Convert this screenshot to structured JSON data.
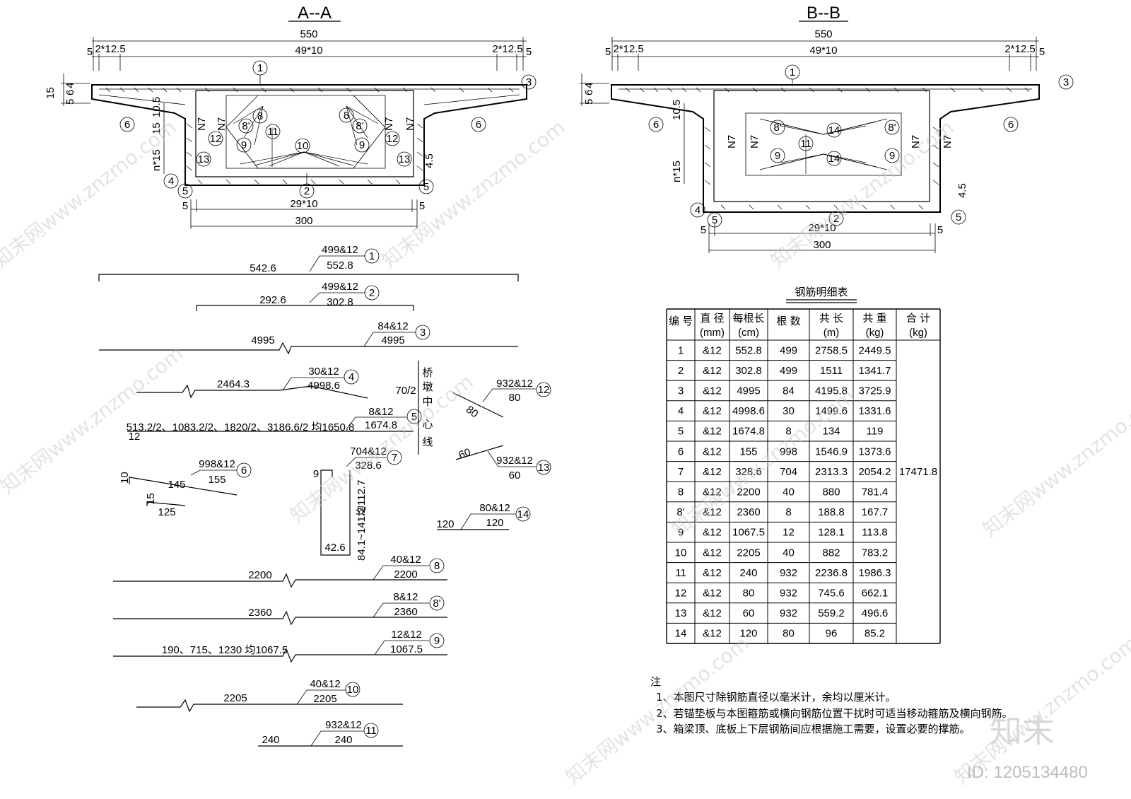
{
  "sections": {
    "a": {
      "title": "A--A",
      "top_width": "550",
      "top_left_edge": "5",
      "top_left_spacing": "2*12.5",
      "top_middle_spacing": "49*10",
      "top_right_spacing": "2*12.5",
      "top_right_edge": "5",
      "bottom_width": "300",
      "bottom_spacing": "29*10",
      "bottom_left_edge": "5",
      "bottom_right_edge": "5",
      "left_dims": [
        "15",
        "5",
        "6",
        "4",
        "10.5"
      ],
      "web_dims": [
        "n*15",
        "10.5",
        "15"
      ],
      "haunch_dim": "4.5",
      "web_bar": "N7"
    },
    "b": {
      "title": "B--B",
      "top_width": "550",
      "top_left_edge": "5",
      "top_left_spacing": "2*12.5",
      "top_middle_spacing": "49*10",
      "top_right_spacing": "2*12.5",
      "top_right_edge": "5",
      "bottom_width": "300",
      "bottom_spacing": "29*10",
      "bottom_left_edge": "5",
      "bottom_right_edge": "5",
      "left_dims": [
        "5",
        "6",
        "4"
      ],
      "web_dims": [
        "n*15",
        "10.5"
      ],
      "haunch_dim": "4.5",
      "web_bar": "N7"
    }
  },
  "bar_details": [
    {
      "id": "1",
      "label_top": "499&12",
      "label_bottom": "552.8",
      "length": "542.6"
    },
    {
      "id": "2",
      "label_top": "499&12",
      "label_bottom": "302.8",
      "length": "292.6"
    },
    {
      "id": "3",
      "label_top": "84&12",
      "label_bottom": "4995",
      "length": "4995"
    },
    {
      "id": "4",
      "label_top": "30&12",
      "label_bottom": "4998.6",
      "length": "2464.3",
      "extra": "70/2"
    },
    {
      "id": "5",
      "label_top": "8&12",
      "label_bottom": "1674.8",
      "length": "513.2/2、1083.2/2、1820/2、3186.6/2 均1650.8",
      "extra": "12"
    },
    {
      "id": "6",
      "label_top": "998&12",
      "label_bottom": "155",
      "length": "145",
      "extra": "10",
      "extra2": "15",
      "extra3": "125"
    },
    {
      "id": "7",
      "label_top": "704&12",
      "label_bottom": "328.6",
      "length": "42.6",
      "extra": "9",
      "extra2": "均112.7",
      "extra3": "84.1~141.2"
    },
    {
      "id": "8",
      "label_top": "40&12",
      "label_bottom": "2200",
      "length": "2200"
    },
    {
      "id": "8'",
      "label_top": "8&12",
      "label_bottom": "2360",
      "length": "2360"
    },
    {
      "id": "9",
      "label_top": "12&12",
      "label_bottom": "1067.5",
      "length": "190、715、1230 均1067.5"
    },
    {
      "id": "10",
      "label_top": "40&12",
      "label_bottom": "2205",
      "length": "2205"
    },
    {
      "id": "11",
      "label_top": "932&12",
      "label_bottom": "240",
      "length": "240"
    },
    {
      "id": "12",
      "label_top": "932&12",
      "label_bottom": "80",
      "length": "80"
    },
    {
      "id": "13",
      "label_top": "932&12",
      "label_bottom": "60",
      "length": "60"
    },
    {
      "id": "14",
      "label_top": "80&12",
      "label_bottom": "120",
      "length": "120"
    }
  ],
  "pier_centerline": [
    "桥",
    "墩",
    "中",
    "心",
    "线"
  ],
  "table": {
    "title": "钢筋明细表",
    "headers": [
      [
        "编 号"
      ],
      [
        "直 径",
        "(mm)"
      ],
      [
        "每根长",
        "(cm)"
      ],
      [
        "根 数"
      ],
      [
        "共 长",
        "(m)"
      ],
      [
        "共 重",
        "(kg)"
      ],
      [
        "合 计",
        "(kg)"
      ]
    ],
    "rows": [
      [
        "1",
        "&12",
        "552.8",
        "499",
        "2758.5",
        "2449.5"
      ],
      [
        "2",
        "&12",
        "302.8",
        "499",
        "1511",
        "1341.7"
      ],
      [
        "3",
        "&12",
        "4995",
        "84",
        "4195.8",
        "3725.9"
      ],
      [
        "4",
        "&12",
        "4998.6",
        "30",
        "1499.6",
        "1331.6"
      ],
      [
        "5",
        "&12",
        "1674.8",
        "8",
        "134",
        "119"
      ],
      [
        "6",
        "&12",
        "155",
        "998",
        "1546.9",
        "1373.6"
      ],
      [
        "7",
        "&12",
        "328.6",
        "704",
        "2313.3",
        "2054.2"
      ],
      [
        "8",
        "&12",
        "2200",
        "40",
        "880",
        "781.4"
      ],
      [
        "8'",
        "&12",
        "2360",
        "8",
        "188.8",
        "167.7"
      ],
      [
        "9",
        "&12",
        "1067.5",
        "12",
        "128.1",
        "113.8"
      ],
      [
        "10",
        "&12",
        "2205",
        "40",
        "882",
        "783.2"
      ],
      [
        "11",
        "&12",
        "240",
        "932",
        "2236.8",
        "1986.3"
      ],
      [
        "12",
        "&12",
        "80",
        "932",
        "745.6",
        "662.1"
      ],
      [
        "13",
        "&12",
        "60",
        "932",
        "559.2",
        "496.6"
      ],
      [
        "14",
        "&12",
        "120",
        "80",
        "96",
        "85.2"
      ]
    ],
    "total": "17471.8"
  },
  "notes": {
    "heading": "注",
    "items": [
      "1、本图尺寸除钢筋直径以毫米计，余均以厘米计。",
      "2、若锚垫板与本图箍筋或横向钢筋位置干扰时可适当移动箍筋及横向钢筋。",
      "3、箱梁顶、底板上下层钢筋间应根据施工需要，设置必要的撑筋。"
    ]
  },
  "watermark": {
    "text": "知末网www.znzmo.com",
    "brand": "知末",
    "id": "ID: 1205134480"
  }
}
